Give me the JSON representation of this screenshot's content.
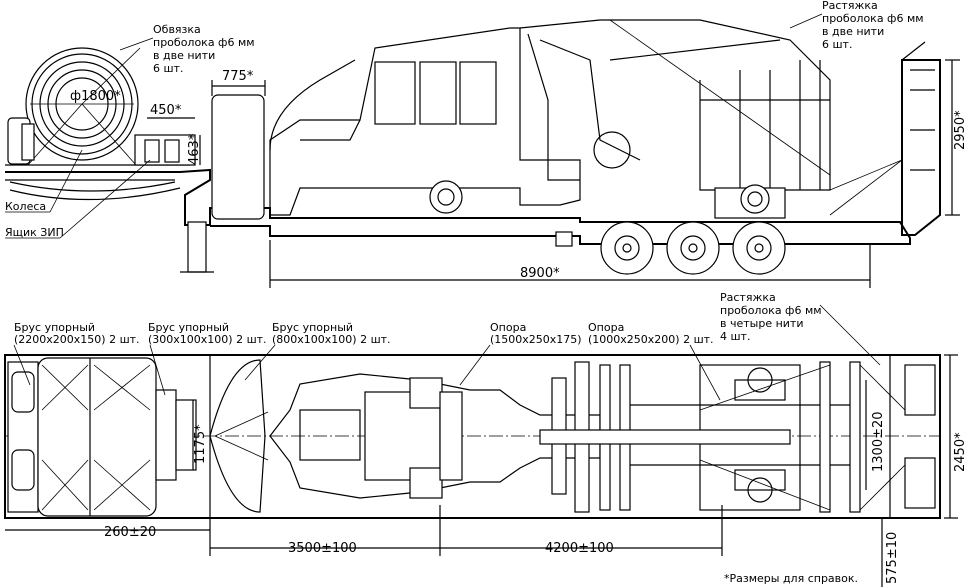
{
  "side_view": {
    "label_tie_wire": [
      "Обвязка",
      "проболока ф6 мм",
      "в две нити",
      "6 шт."
    ],
    "label_stretch": [
      "Растяжка",
      "проболока ф6 мм",
      "в две нити",
      "6 шт."
    ],
    "label_wheels": "Колеса",
    "label_box": "Ящик ЗИП",
    "dim_diameter": "ф1800*",
    "dim_775": "775*",
    "dim_450": "450*",
    "dim_463": "463*",
    "dim_2950": "2950*",
    "dim_8900": "8900*"
  },
  "top_view": {
    "label_beam1": [
      "Брус упорный",
      "(2200х200х150) 2 шт."
    ],
    "label_beam2": [
      "Брус упорный",
      "(300х100х100) 2 шт."
    ],
    "label_beam3": [
      "Брус упорный",
      "(800х100х100) 2 шт."
    ],
    "label_support1": [
      "Опора",
      "(1500х250х175)"
    ],
    "label_support2": [
      "Опора",
      "(1000х250х200) 2 шт."
    ],
    "label_stretch4": [
      "Растяжка",
      "проболока ф6 мм",
      "в четыре нити",
      "4 шт."
    ],
    "dim_1175": "1175*",
    "dim_260": "260±20",
    "dim_3500": "3500±100",
    "dim_4200": "4200±100",
    "dim_1300": "1300±20",
    "dim_2450": "2450*",
    "dim_575": "575±10"
  },
  "footnote": "*Размеры для справок."
}
